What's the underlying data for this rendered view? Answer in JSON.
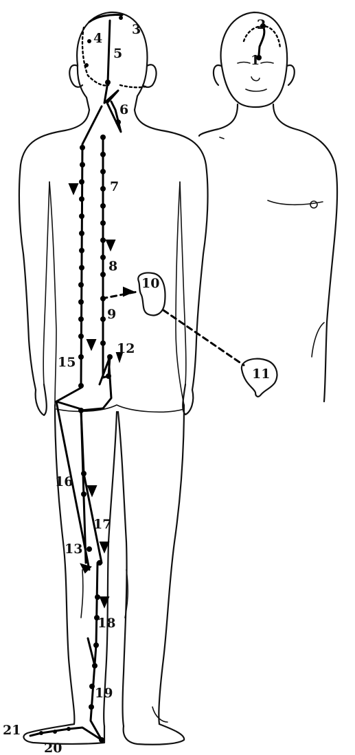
{
  "labels": {
    "l1": "1",
    "l2": "2",
    "l3": "3",
    "l4": "4",
    "l5": "5",
    "l6": "6",
    "l7": "7",
    "l8": "8",
    "l9": "9",
    "l10": "10",
    "l11": "11",
    "l12": "12",
    "l13": "13",
    "l15": "15",
    "l16": "16",
    "l17": "17",
    "l18": "18",
    "l19": "19",
    "l20": "20",
    "l21": "21"
  }
}
